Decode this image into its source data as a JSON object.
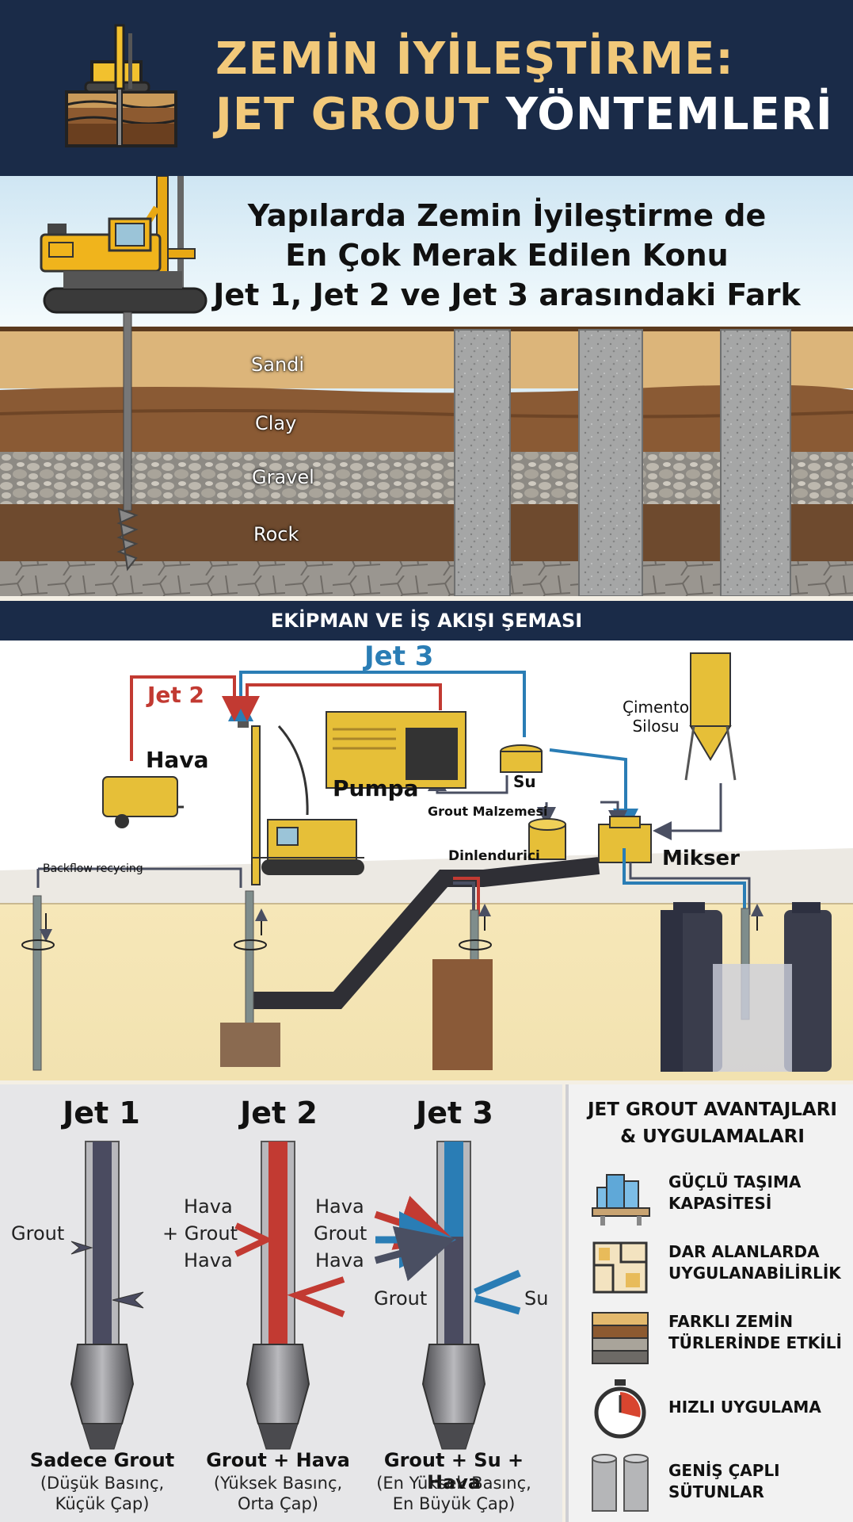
{
  "header": {
    "title_line1": "ZEMİN İYİLEŞTİRME:",
    "title_line2_accent": "JET GROUT",
    "title_line2_rest": "YÖNTEMLERİ",
    "accent_color": "#f2c97a"
  },
  "hero": {
    "lines": [
      "Yapılarda Zemin İyileştirme de",
      "En Çok Merak Edilen Konu",
      "Jet 1, Jet 2 ve Jet 3 arasındaki Fark"
    ],
    "layers": [
      "Sandi",
      "Clay",
      "Gravel",
      "Rock"
    ]
  },
  "workflow": {
    "banner": "EKİPMAN VE İŞ AKIŞI ŞEMASI",
    "jet3_label": "Jet 3",
    "jet2_label": "Jet 2",
    "hava": "Hava",
    "pumpa": "Pumpa",
    "su": "Su",
    "cimento_line1": "Çimento",
    "cimento_line2": "Silosu",
    "grout_malzemesi": "Grout Malzemesi",
    "dinlendirici": "Dinlendurici",
    "mikser": "Mikser",
    "backflow": "Backflow recycing",
    "colors": {
      "jet2": "#c23a32",
      "jet3": "#2a7db5",
      "line": "#4a4f62"
    }
  },
  "comparison": {
    "jets": [
      {
        "title": "Jet 1",
        "caption": "Sadece Grout",
        "sub1": "(Düşük Basınç,",
        "sub2": "Küçük Çap)"
      },
      {
        "title": "Jet 2",
        "caption": "Grout + Hava",
        "sub1": "(Yüksek Basınç,",
        "sub2": "Orta Çap)"
      },
      {
        "title": "Jet 3",
        "caption": "Grout + Su + Hava",
        "sub1": "(En Yüksek Basınç,",
        "sub2": "En Büyük Çap)"
      }
    ],
    "flow_labels": {
      "jet1_grout": "Grout",
      "jet2_hava1": "Hava",
      "jet2_grout": "+ Grout",
      "jet2_hava2": "Hava",
      "jet3_hava1": "Hava",
      "jet3_grout": "Grout",
      "jet3_hava2": "Hava",
      "jet3_grout_lower": "Grout",
      "jet3_su": "Su"
    }
  },
  "advantages": {
    "title_line1": "JET GROUT AVANTAJLARI",
    "title_line2": "& UYGULAMALARI",
    "items": [
      {
        "line1": "GÜÇLÜ TAŞIMA",
        "line2": "KAPASİTESİ",
        "icon": "building-icon"
      },
      {
        "line1": "DAR ALANLARDA",
        "line2": "UYGULANABİLİRLİK",
        "icon": "floorplan-icon"
      },
      {
        "line1": "FARKLI ZEMİN",
        "line2": "TÜRLERİNDE ETKİLİ",
        "icon": "soil-layers-icon"
      },
      {
        "line1": "HIZLI UYGULAMA",
        "line2": "",
        "icon": "stopwatch-icon"
      },
      {
        "line1": "GENİŞ ÇAPLI",
        "line2": "SÜTUNLAR",
        "icon": "columns-icon"
      }
    ]
  }
}
